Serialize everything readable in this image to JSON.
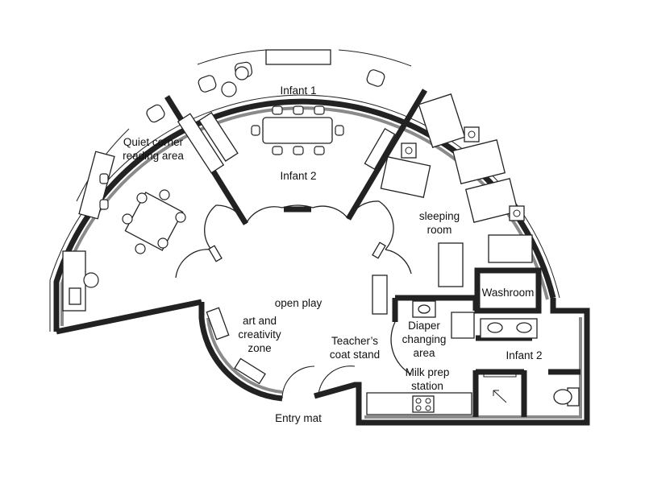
{
  "labels": {
    "infant1": "Infant 1",
    "infant2_top": "Infant 2",
    "quiet_line1": "Quiet corner",
    "quiet_line2": "reading area",
    "sleeping_line1": "sleeping",
    "sleeping_line2": "room",
    "washroom": "Washroom",
    "open_play": "open play",
    "art_line1": "art and",
    "art_line2": "creativity",
    "art_line3": "zone",
    "coat_line1": "Teacher’s",
    "coat_line2": "coat stand",
    "diaper_line1": "Diaper",
    "diaper_line2": "changing",
    "diaper_line3": "area",
    "infant2_bottom": "Infant 2",
    "milk_line1": "Milk prep",
    "milk_line2": "station",
    "entry": "Entry mat"
  }
}
